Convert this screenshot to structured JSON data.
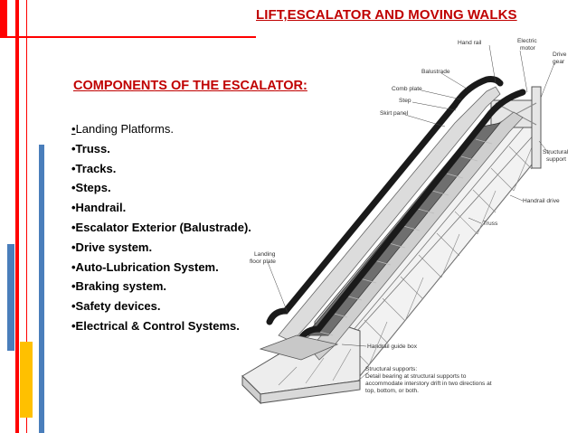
{
  "slide": {
    "title": "LIFT,ESCALATOR AND MOVING WALKS",
    "subtitle": "COMPONENTS OF THE ESCALATOR:",
    "items": [
      "Landing Platforms.",
      "•Truss.",
      "•Tracks.",
      "•Steps.",
      "•Handrail.",
      "•Escalator Exterior (Balustrade).",
      "•Drive system.",
      "•Auto-Lubrication System.",
      "•Braking system.",
      "•Safety devices.",
      "•Electrical & Control Systems."
    ],
    "first_bullet": "•"
  },
  "diagram": {
    "labels": {
      "hand_rail": "Hand rail",
      "electric": "Electric",
      "motor": "motor",
      "balustrade": "Balustrade",
      "drive": "Drive",
      "gear": "gear",
      "comb_plate": "Comb plate",
      "step": "Step",
      "skirt_panel": "Skirt panel",
      "structural": "Structural",
      "support": "support",
      "handrail_drive": "Handrail drive",
      "truss": "Truss",
      "landing": "Landing",
      "floor_plate": "floor plate",
      "handrail_guide_box": "Handrail guide box",
      "supports_1": "Structural supports:",
      "supports_2": "Detail bearing at structural supports to",
      "supports_3": "accommodate interstory drift in two directions at",
      "supports_4": "top, bottom, or both."
    }
  },
  "colors": {
    "accent_red": "#ff0000",
    "title_red": "#c00000",
    "bar_blue": "#4a7ebb",
    "bar_yellow": "#ffc000"
  }
}
